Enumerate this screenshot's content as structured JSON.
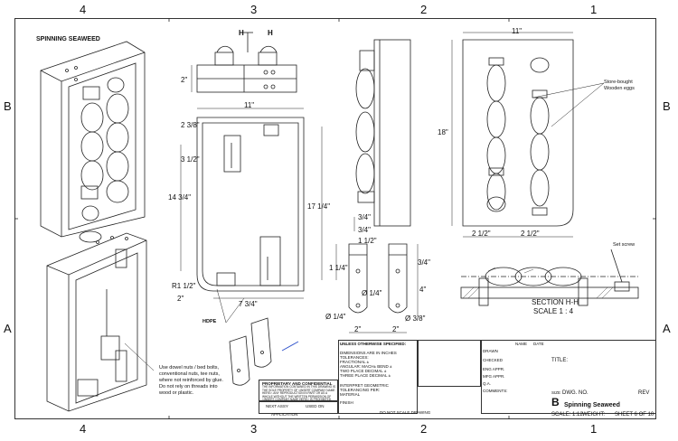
{
  "zones": {
    "top": [
      "4",
      "3",
      "2",
      "1"
    ],
    "bottom": [
      "4",
      "3",
      "2",
      "1"
    ],
    "left": [
      "B",
      "A"
    ],
    "right": [
      "B",
      "A"
    ]
  },
  "iso_title": "SPINNING SEAWEED",
  "callouts": {
    "eggs": "Store-bought Wooden eggs",
    "set_screw": "Set screw",
    "hdpe": "HDPE",
    "section_title": "SECTION H-H",
    "section_scale": "SCALE 1 : 4",
    "fastener_note": "Use dowel nuts / bed bolts, conventional nuts, tee nuts, where not reinforced by glue. Do not rely on threads into wood or plastic."
  },
  "dims": {
    "top_width": "11\"",
    "front_height": "18\"",
    "side_depth": "2\"",
    "cutaway_height": "14 3/4\"",
    "inner_height": "17 1/4\"",
    "d_2_3_8": "2 3/8\"",
    "d_3_1_2": "3 1/2\"",
    "d_r1_1_2": "R1 1/2\"",
    "d_2": "2\"",
    "d_7_3_4": "7 3/4\"",
    "d_2_1_2_a": "2 1/2\"",
    "d_2_1_2_b": "2 1/2\"",
    "d_1_1_4": "1 1/4\"",
    "d_3_4": "3/4\"",
    "d_4": "4\"",
    "d_1_4": "Ø 1/4\"",
    "d_3_8": "Ø 3/8\"",
    "d_2_bot_a": "2\"",
    "d_2_bot_b": "2\"",
    "d_1_1_2": "1 1/2\"",
    "d_3_4_b": "3/4\"",
    "d_3_4_c": "3/4\""
  },
  "section_marker": "H",
  "title_block": {
    "unless": "UNLESS OTHERWISE SPECIFIED:",
    "dims_in": "DIMENSIONS ARE IN INCHES",
    "tolerances": "TOLERANCES:",
    "fractional": "FRACTIONAL ±",
    "angular": "ANGULAR: MACH±   BEND ±",
    "two_place": "TWO PLACE DECIMAL  ±",
    "three_place": "THREE PLACE DECIMAL  ±",
    "interpret": "INTERPRET GEOMETRIC TOLERANCING PER:",
    "material": "MATERIAL",
    "finish": "FINISH",
    "do_not_scale": "DO NOT SCALE DRAWING",
    "next_assy": "NEXT ASSY",
    "used_on": "USED ON",
    "application": "APPLICATION",
    "proprietary": "PROPRIETARY AND CONFIDENTIAL",
    "prop_text": "THE INFORMATION CONTAINED IN THIS DRAWING IS THE SOLE PROPERTY OF <INSERT COMPANY NAME HERE>. ANY REPRODUCTION IN PART OR AS A WHOLE WITHOUT THE WRITTEN PERMISSION OF <INSERT COMPANY NAME HERE> IS PROHIBITED.",
    "name": "NAME",
    "date": "DATE",
    "drawn": "DRAWN",
    "checked": "CHECKED",
    "eng_appr": "ENG APPR.",
    "mfg_appr": "MFG APPR.",
    "qa": "Q.A.",
    "comments": "COMMENTS:",
    "title_label": "TITLE:",
    "size_label": "SIZE",
    "size_value": "B",
    "dwg_no_label": "DWG. NO.",
    "dwg_no_value": "Spinning Seaweed",
    "rev_label": "REV",
    "scale": "SCALE: 1:12",
    "weight": "WEIGHT:",
    "sheet": "SHEET 6 OF 10"
  }
}
